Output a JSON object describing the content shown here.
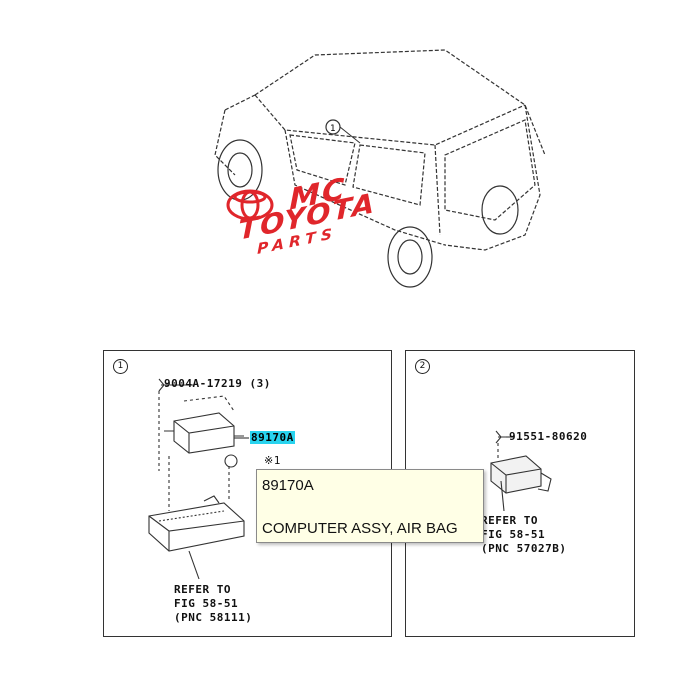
{
  "watermark": {
    "line1": "MC",
    "line2": "TOYOTA",
    "line3": "PARTS",
    "color": "#e0262b"
  },
  "car_callout": "1",
  "panel1": {
    "badge": "1",
    "bolt_label": "9004A-17219 (3)",
    "part_label": "89170A",
    "note_mark": "※1",
    "refer": [
      "REFER TO",
      "FIG 58-51",
      "(PNC 58111)"
    ]
  },
  "panel2": {
    "badge": "2",
    "bolt_label": "91551-80620",
    "refer": [
      "REFER TO",
      "FIG 58-51",
      "(PNC 57027B)"
    ]
  },
  "tooltip": {
    "part_number": "89170A",
    "part_name": "COMPUTER ASSY, AIR BAG"
  },
  "colors": {
    "highlight": "#29d3ee",
    "tooltip_bg": "#ffffe6"
  }
}
